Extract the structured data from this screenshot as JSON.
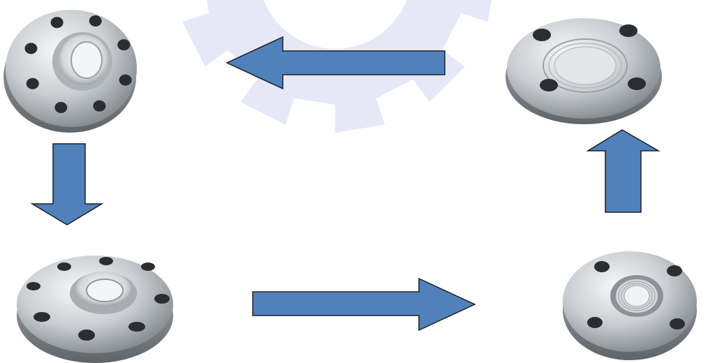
{
  "colors": {
    "background": "#ffffff",
    "watermark": "#e6e8f7",
    "arrow_fill": "#4f81bd",
    "arrow_stroke": "#1f1f1f",
    "metal_light": "#eef0f2",
    "metal_mid": "#bfc4c9",
    "metal_dark": "#6f757b",
    "hole": "#2a2d31"
  },
  "diagram": {
    "nodes": [
      {
        "id": "weld-neck-flange",
        "icon": "weld-neck-flange-icon",
        "holes": 8
      },
      {
        "id": "blind-flange",
        "icon": "blind-flange-icon",
        "holes": 4
      },
      {
        "id": "slip-on-flange",
        "icon": "slip-on-flange-icon",
        "holes": 8
      },
      {
        "id": "threaded-flange",
        "icon": "threaded-flange-icon",
        "holes": 4
      }
    ],
    "edges": [
      {
        "from": "blind-flange",
        "to": "weld-neck-flange",
        "direction": "left"
      },
      {
        "from": "weld-neck-flange",
        "to": "slip-on-flange",
        "direction": "down"
      },
      {
        "from": "slip-on-flange",
        "to": "threaded-flange",
        "direction": "right"
      },
      {
        "from": "threaded-flange",
        "to": "blind-flange",
        "direction": "up"
      }
    ]
  }
}
